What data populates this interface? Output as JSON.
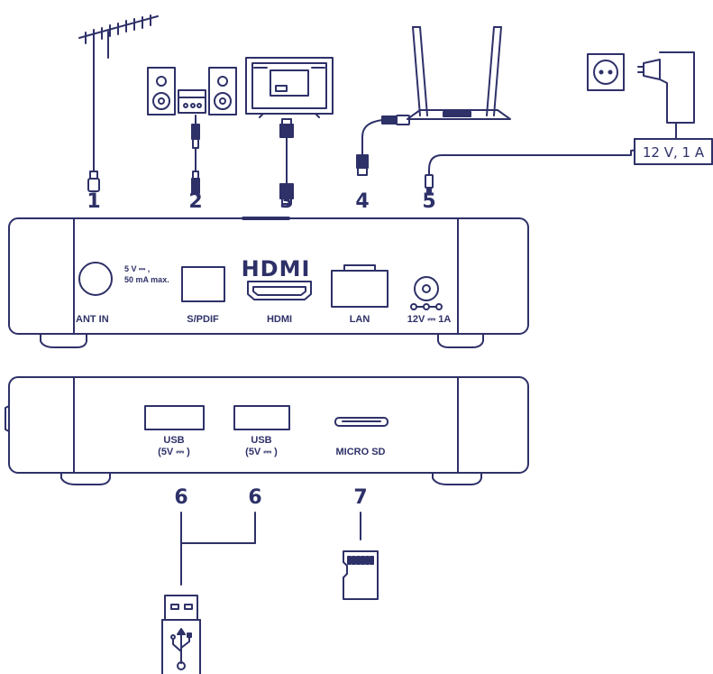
{
  "numbers": [
    "1",
    "2",
    "3",
    "4",
    "5",
    "6",
    "6",
    "7"
  ],
  "rear_panel": {
    "logo": "HDMI",
    "ant_in": "ANT IN",
    "ant_spec_1": "5 V ⎓ ,",
    "ant_spec_2": "50 mA max.",
    "spdif": "S/PDIF",
    "hdmi": "HDMI",
    "lan": "LAN",
    "power": "12V ⎓ 1A"
  },
  "front_panel": {
    "usb1_label": "USB",
    "usb1_spec": "(5V ⎓ )",
    "usb2_label": "USB",
    "usb2_spec": "(5V ⎓ )",
    "micro_sd": "MICRO SD"
  },
  "power_adapter": {
    "rating": "12 V, 1 A"
  },
  "colors": {
    "ink": "#2e3168"
  }
}
